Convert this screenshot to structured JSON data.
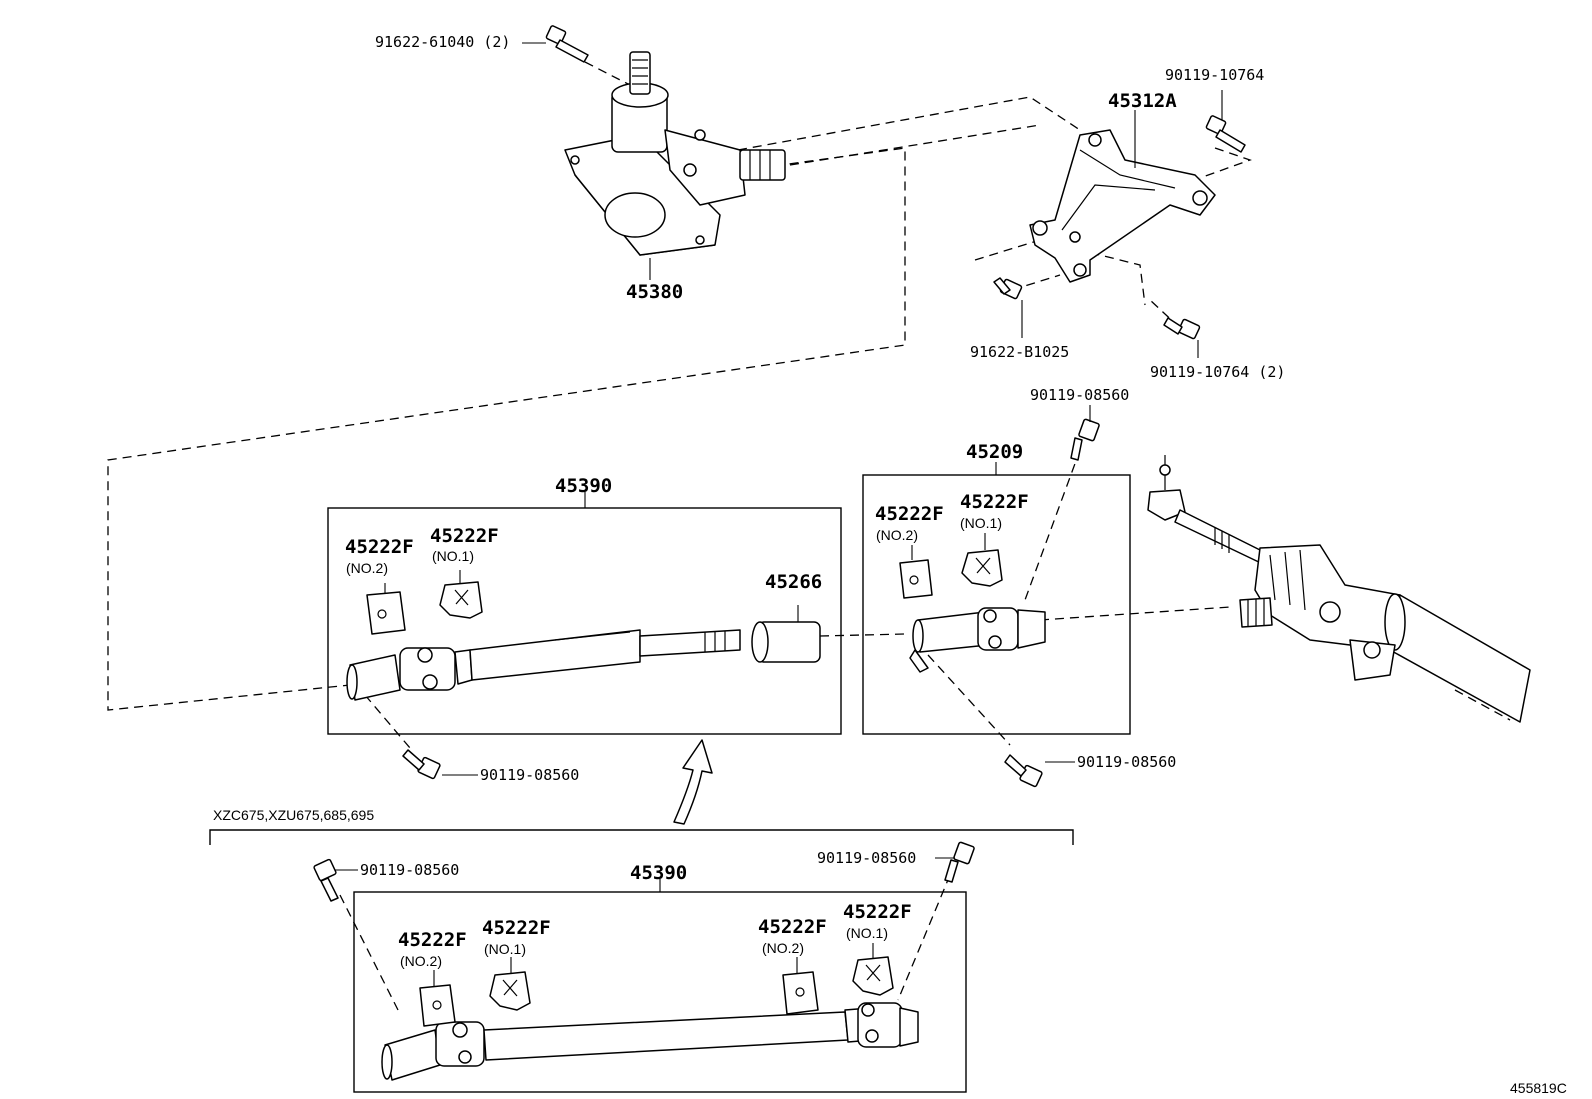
{
  "diagram_id": "455819C",
  "variant_note": "XZC675,XZU675,685,695",
  "parts": {
    "gear_housing": "45380",
    "gear_bolt": "91622-61040 (2)",
    "bracket": "45312A",
    "bracket_bolt_top": "90119-10764",
    "bracket_bolt_left": "91622-B1025",
    "bracket_bolt_right": "90119-10764 (2)",
    "shaft_main": "45390",
    "shaft_main_bolt": "90119-08560",
    "shaft_main_ring_no2": "45222F",
    "shaft_main_ring_no2_sub": "(NO.2)",
    "shaft_main_ring_no1": "45222F",
    "shaft_main_ring_no1_sub": "(NO.1)",
    "shaft_main_sleeve": "45266",
    "joint": "45209",
    "joint_ring_no2": "45222F",
    "joint_ring_no2_sub": "(NO.2)",
    "joint_ring_no1": "45222F",
    "joint_ring_no1_sub": "(NO.1)",
    "joint_bolt_top": "90119-08560",
    "joint_bolt_bottom": "90119-08560",
    "alt_shaft": "45390",
    "alt_bolt_left": "90119-08560",
    "alt_bolt_right": "90119-08560",
    "alt_ring_a_no2": "45222F",
    "alt_ring_a_no2_sub": "(NO.2)",
    "alt_ring_a_no1": "45222F",
    "alt_ring_a_no1_sub": "(NO.1)",
    "alt_ring_b_no2": "45222F",
    "alt_ring_b_no2_sub": "(NO.2)",
    "alt_ring_b_no1": "45222F",
    "alt_ring_b_no1_sub": "(NO.1)"
  }
}
